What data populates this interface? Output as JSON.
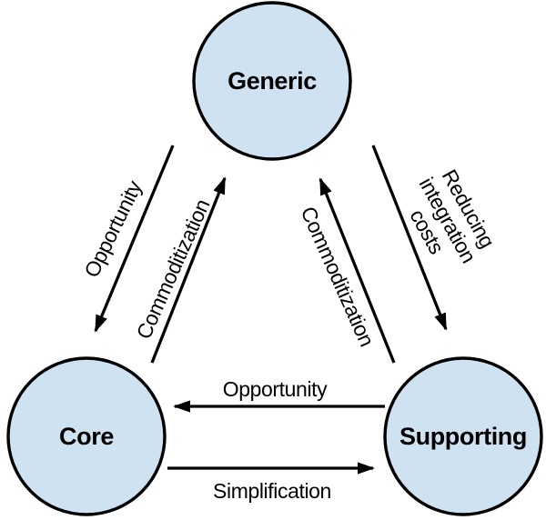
{
  "figure": {
    "background_color": "#ffffff",
    "node_fill_color": "#cfe2f1",
    "node_stroke_color": "#000000",
    "line_color": "#000000",
    "nodes": [
      {
        "id": "generic",
        "label": "Generic"
      },
      {
        "id": "core",
        "label": "Core"
      },
      {
        "id": "supporting",
        "label": "Supporting"
      }
    ],
    "edges": [
      {
        "from": "Generic",
        "to": "Core",
        "label": "Opportunity"
      },
      {
        "from": "Core",
        "to": "Generic",
        "label": "Commoditization"
      },
      {
        "from": "Supporting",
        "to": "Generic",
        "label": "Commoditization"
      },
      {
        "from": "Generic",
        "to": "Supporting",
        "label": "Reducing integration costs",
        "lines": [
          "Reducing",
          "integration",
          "costs"
        ]
      },
      {
        "from": "Supporting",
        "to": "Core",
        "label": "Opportunity"
      },
      {
        "from": "Core",
        "to": "Supporting",
        "label": "Simplification"
      }
    ]
  }
}
